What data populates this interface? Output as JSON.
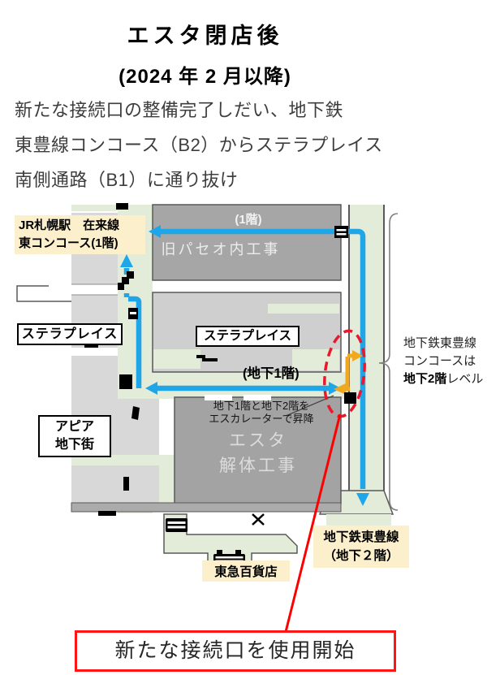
{
  "title": {
    "line1": "エスタ閉店後",
    "line2": "(2024 年 2 月以降)"
  },
  "intro": {
    "line1": "新たな接続口の整備完了しだい、地下鉄",
    "line2": "東豊線コンコース（B2）からステラプレイス",
    "line3": "南側通路（B1）に通り抜け"
  },
  "map": {
    "jr_label": {
      "line1": "JR札幌駅　在来線",
      "line2": "東コンコース(1階)"
    },
    "floor1_label": "(1階)",
    "paseo_label": "旧パセオ内工事",
    "stellar_left_label": "ステラプレイス",
    "stellar_center_label": "ステラプレイス",
    "b1_label": "(地下1階)",
    "escalator_note": {
      "line1": "地下1階と地下2階を",
      "line2": "エスカレーターで昇降"
    },
    "esta_label": {
      "line1": "エスタ",
      "line2": "解体工事"
    },
    "apia_label": {
      "line1": "アピア",
      "line2": "地下街"
    },
    "tokyu_label": "東急百貨店",
    "toho_label": {
      "line1": "地下鉄東豊線",
      "line2": "（地下２階）"
    },
    "b2_note": {
      "line1": "地下鉄東豊線",
      "line2": "コンコースは",
      "line3_bold": "地下2階",
      "line3_rest": "レベル"
    }
  },
  "callout": {
    "text": "新たな接続口を使用開始"
  },
  "colors": {
    "route_blue": "#1FA6E9",
    "escalator_orange": "#F0A81E",
    "highlight_red": "#FF0000",
    "label_yellow": "#FBF0CB",
    "building_dark_gray": "#A6A6A6",
    "building_light_gray": "#CFCFCF",
    "corridor_green": "#E3ECD9"
  }
}
